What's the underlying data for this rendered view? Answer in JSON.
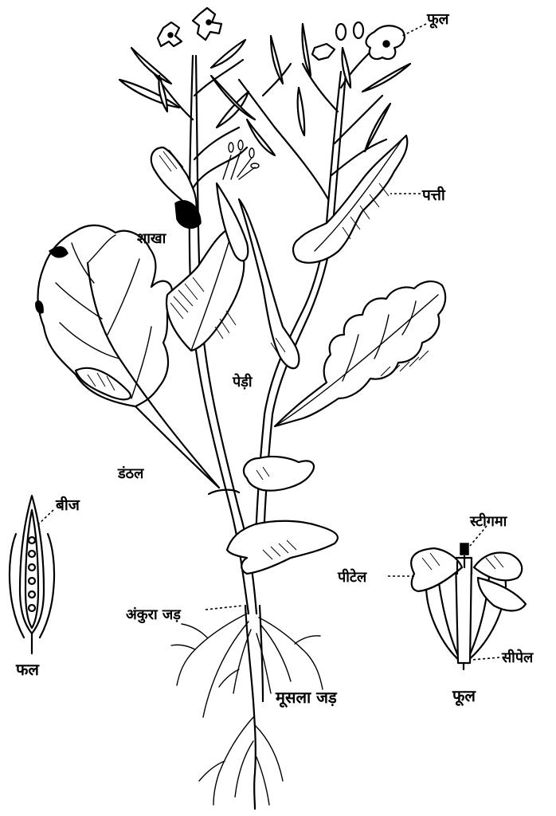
{
  "labels": {
    "flower_top": "फूल",
    "leaf": "पत्ती",
    "branch": "शाखा",
    "stem": "पेड़ी",
    "petiole": "डंठल",
    "seed": "बीज",
    "fruit": "फल",
    "adventitious_root": "अंकुरा जड़",
    "tap_root": "मूसला जड़",
    "stigma": "स्टीगमा",
    "petal": "पीटेल",
    "sepal": "सीपेल",
    "flower_detail": "फूल"
  },
  "colors": {
    "ink": "#000000",
    "paper": "#ffffff"
  }
}
